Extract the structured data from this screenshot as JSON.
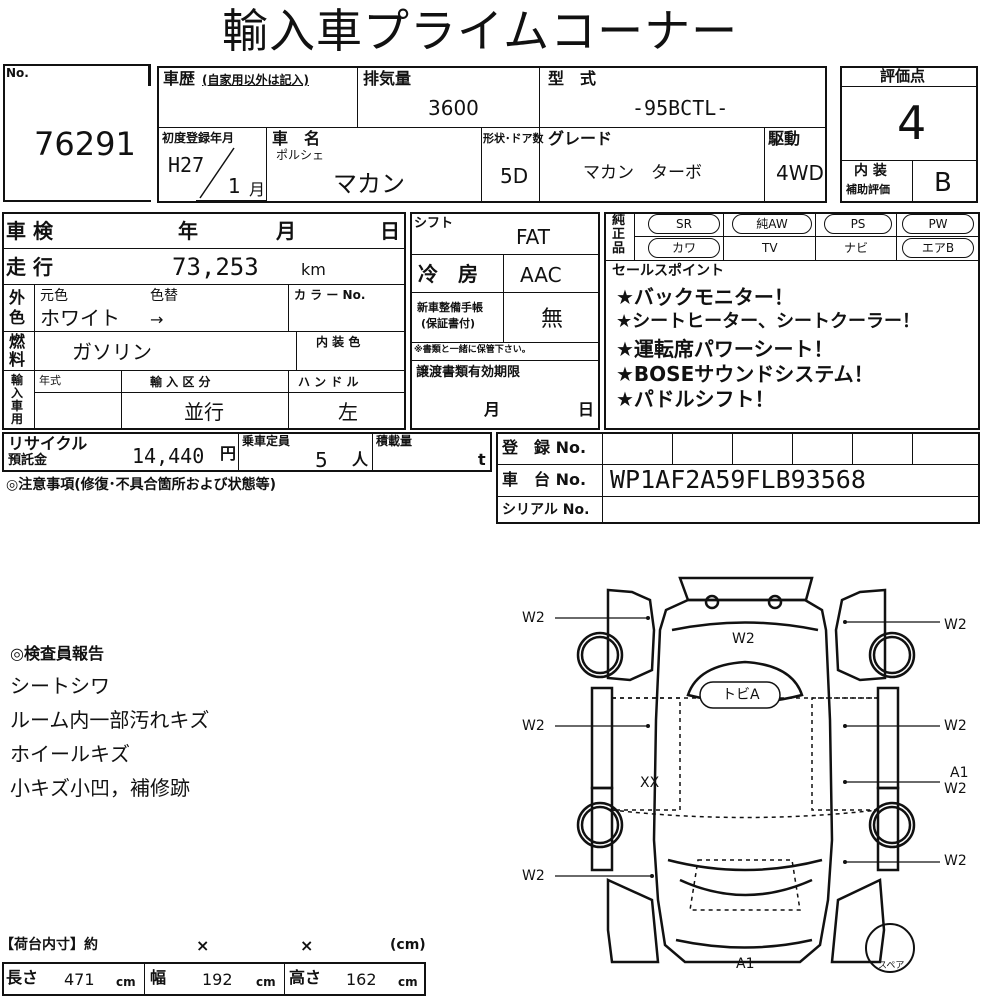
{
  "title": "輸入車プライムコーナー",
  "no_label": "No.",
  "stock_no": "76291",
  "history": {
    "label": "車歴",
    "note": "(自家用以外は記入)"
  },
  "displacement": {
    "label": "排気量",
    "value": "3600"
  },
  "model": {
    "label": "型　式",
    "value": "-95BCTL-"
  },
  "rating": {
    "label": "評価点",
    "value": "4",
    "interior_label1": "内 装",
    "interior_label2": "補助評価",
    "interior_value": "B"
  },
  "first_reg": {
    "label": "初度登録年月",
    "era": "H27",
    "month": "1",
    "month_unit": "月"
  },
  "car_name": {
    "label": "車　名",
    "maker": "ポルシェ",
    "value": "マカン"
  },
  "body": {
    "label": "形状･ドア数",
    "value": "5D"
  },
  "grade": {
    "label": "グレード",
    "value": "マカン　ターボ"
  },
  "drive": {
    "label": "駆動",
    "value": "4WD"
  },
  "inspection": {
    "label": "車 検",
    "year": "年",
    "month": "月",
    "day": "日"
  },
  "shift": {
    "label": "シフト",
    "value": "FAT"
  },
  "mileage": {
    "label": "走 行",
    "value": "73,253",
    "unit": "km"
  },
  "ac": {
    "label": "冷　房",
    "value": "AAC"
  },
  "color": {
    "side1": "外",
    "side2": "色",
    "orig_label": "元色",
    "change_label": "色替",
    "color_no_label": "カ ラ ー No.",
    "value": "ホワイト",
    "arrow": "→"
  },
  "manual": {
    "label1": "新車整備手帳",
    "label2": "(保証書付)",
    "value": "無",
    "note": "※書類と一緒に保管下さい。"
  },
  "fuel": {
    "side1": "燃",
    "side2": "料",
    "value": "ガソリン",
    "interior_color_label": "内 装 色"
  },
  "import": {
    "side": [
      "輸",
      "入",
      "車",
      "用"
    ],
    "year_label": "年式",
    "type_label": "輸 入 区 分",
    "type_value": "並行",
    "handle_label": "ハ ン ド ル",
    "handle_value": "左"
  },
  "transfer": {
    "label": "譲渡書類有効期限",
    "month": "月",
    "day": "日"
  },
  "equipment": {
    "side": [
      "純",
      "正",
      "品"
    ],
    "row1": [
      "SR",
      "純AW",
      "PS",
      "PW"
    ],
    "row2": [
      "カワ",
      "TV",
      "ナビ",
      "エアB"
    ]
  },
  "sales": {
    "label": "セールスポイント",
    "points": [
      "★バックモニター！",
      "★シートヒーター、シートクーラー！",
      "★運転席パワーシート！",
      "★BOSEサウンドシステム！",
      "★パドルシフト！"
    ]
  },
  "recycle": {
    "label1": "リサイクル",
    "label2": "預託金",
    "value": "14,440",
    "unit": "円"
  },
  "capacity": {
    "label": "乗車定員",
    "value": "5",
    "unit": "人"
  },
  "load": {
    "label": "積載量",
    "unit": "t"
  },
  "registration": {
    "label": "登　録 No.",
    "chassis_label": "車　台 No.",
    "chassis_value": "WP1AF2A59FLB93568",
    "serial_label": "シリアル No."
  },
  "caution": "◎注意事項(修復･不具合箇所および状態等)",
  "inspector": {
    "label": "◎検査員報告",
    "notes": [
      "シートシワ",
      "ルーム内一部汚れキズ",
      "ホイールキズ",
      "小キズ小凹，補修跡"
    ]
  },
  "cargo": {
    "label": "【荷台内寸】約",
    "x1": "×",
    "x2": "×",
    "unit_paren": "(cm)",
    "length_label": "長さ",
    "length": "471",
    "width_label": "幅",
    "width": "192",
    "height_label": "高さ",
    "height": "162",
    "cm": "cm"
  },
  "diagram": {
    "marks": [
      "W2",
      "W2",
      "W2",
      "トビA",
      "W2",
      "W2",
      "XX",
      "A1",
      "W2",
      "W2",
      "W2",
      "A1"
    ],
    "spare": "スペア"
  }
}
